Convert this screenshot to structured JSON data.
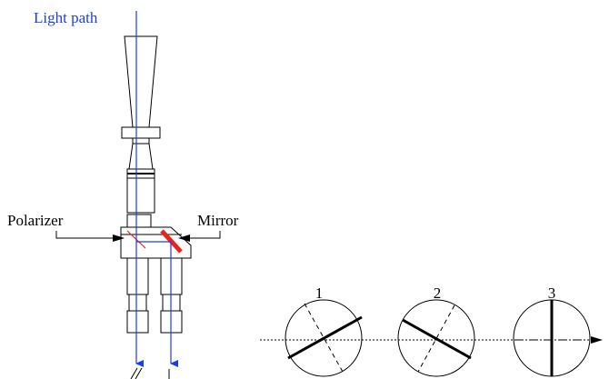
{
  "labels": {
    "light_path": "Light path",
    "polarizer": "Polarizer",
    "mirror": "Mirror"
  },
  "positions": [
    {
      "number": "1"
    },
    {
      "number": "2"
    },
    {
      "number": "3"
    }
  ],
  "colors": {
    "light_path": "#1a3ee8",
    "mirror": "#e8231a",
    "outline": "#000000"
  }
}
